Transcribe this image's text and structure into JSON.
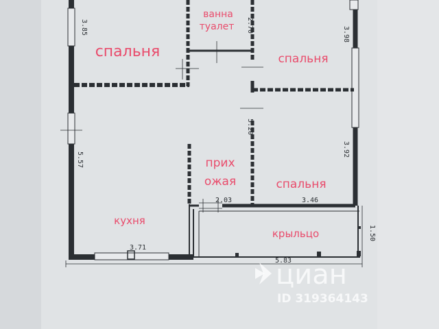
{
  "rooms": {
    "bedroom_top_left": "спальня",
    "bath_line1": "ванна",
    "bath_line2": "туалет",
    "bedroom_top_right": "спальня",
    "hall_line1": "прих",
    "hall_line2": "ожая",
    "bedroom_bottom_right": "спальня",
    "kitchen": "кухня",
    "porch": "крыльцо"
  },
  "dimensions": {
    "d385": "3.85",
    "d270": "2.70",
    "d398": "3.98",
    "d557": "5.57",
    "d520": "5.20",
    "d392": "3.92",
    "d203": "2.03",
    "d346": "3.46",
    "d150": "1.50",
    "d371": "3.71",
    "d583": "5.83"
  },
  "watermark": {
    "brand": "циан",
    "id": "ID 319364143"
  },
  "colors": {
    "label": "#e94b6b",
    "wall": "#2b2f33",
    "paper": "#dfe2e4"
  }
}
